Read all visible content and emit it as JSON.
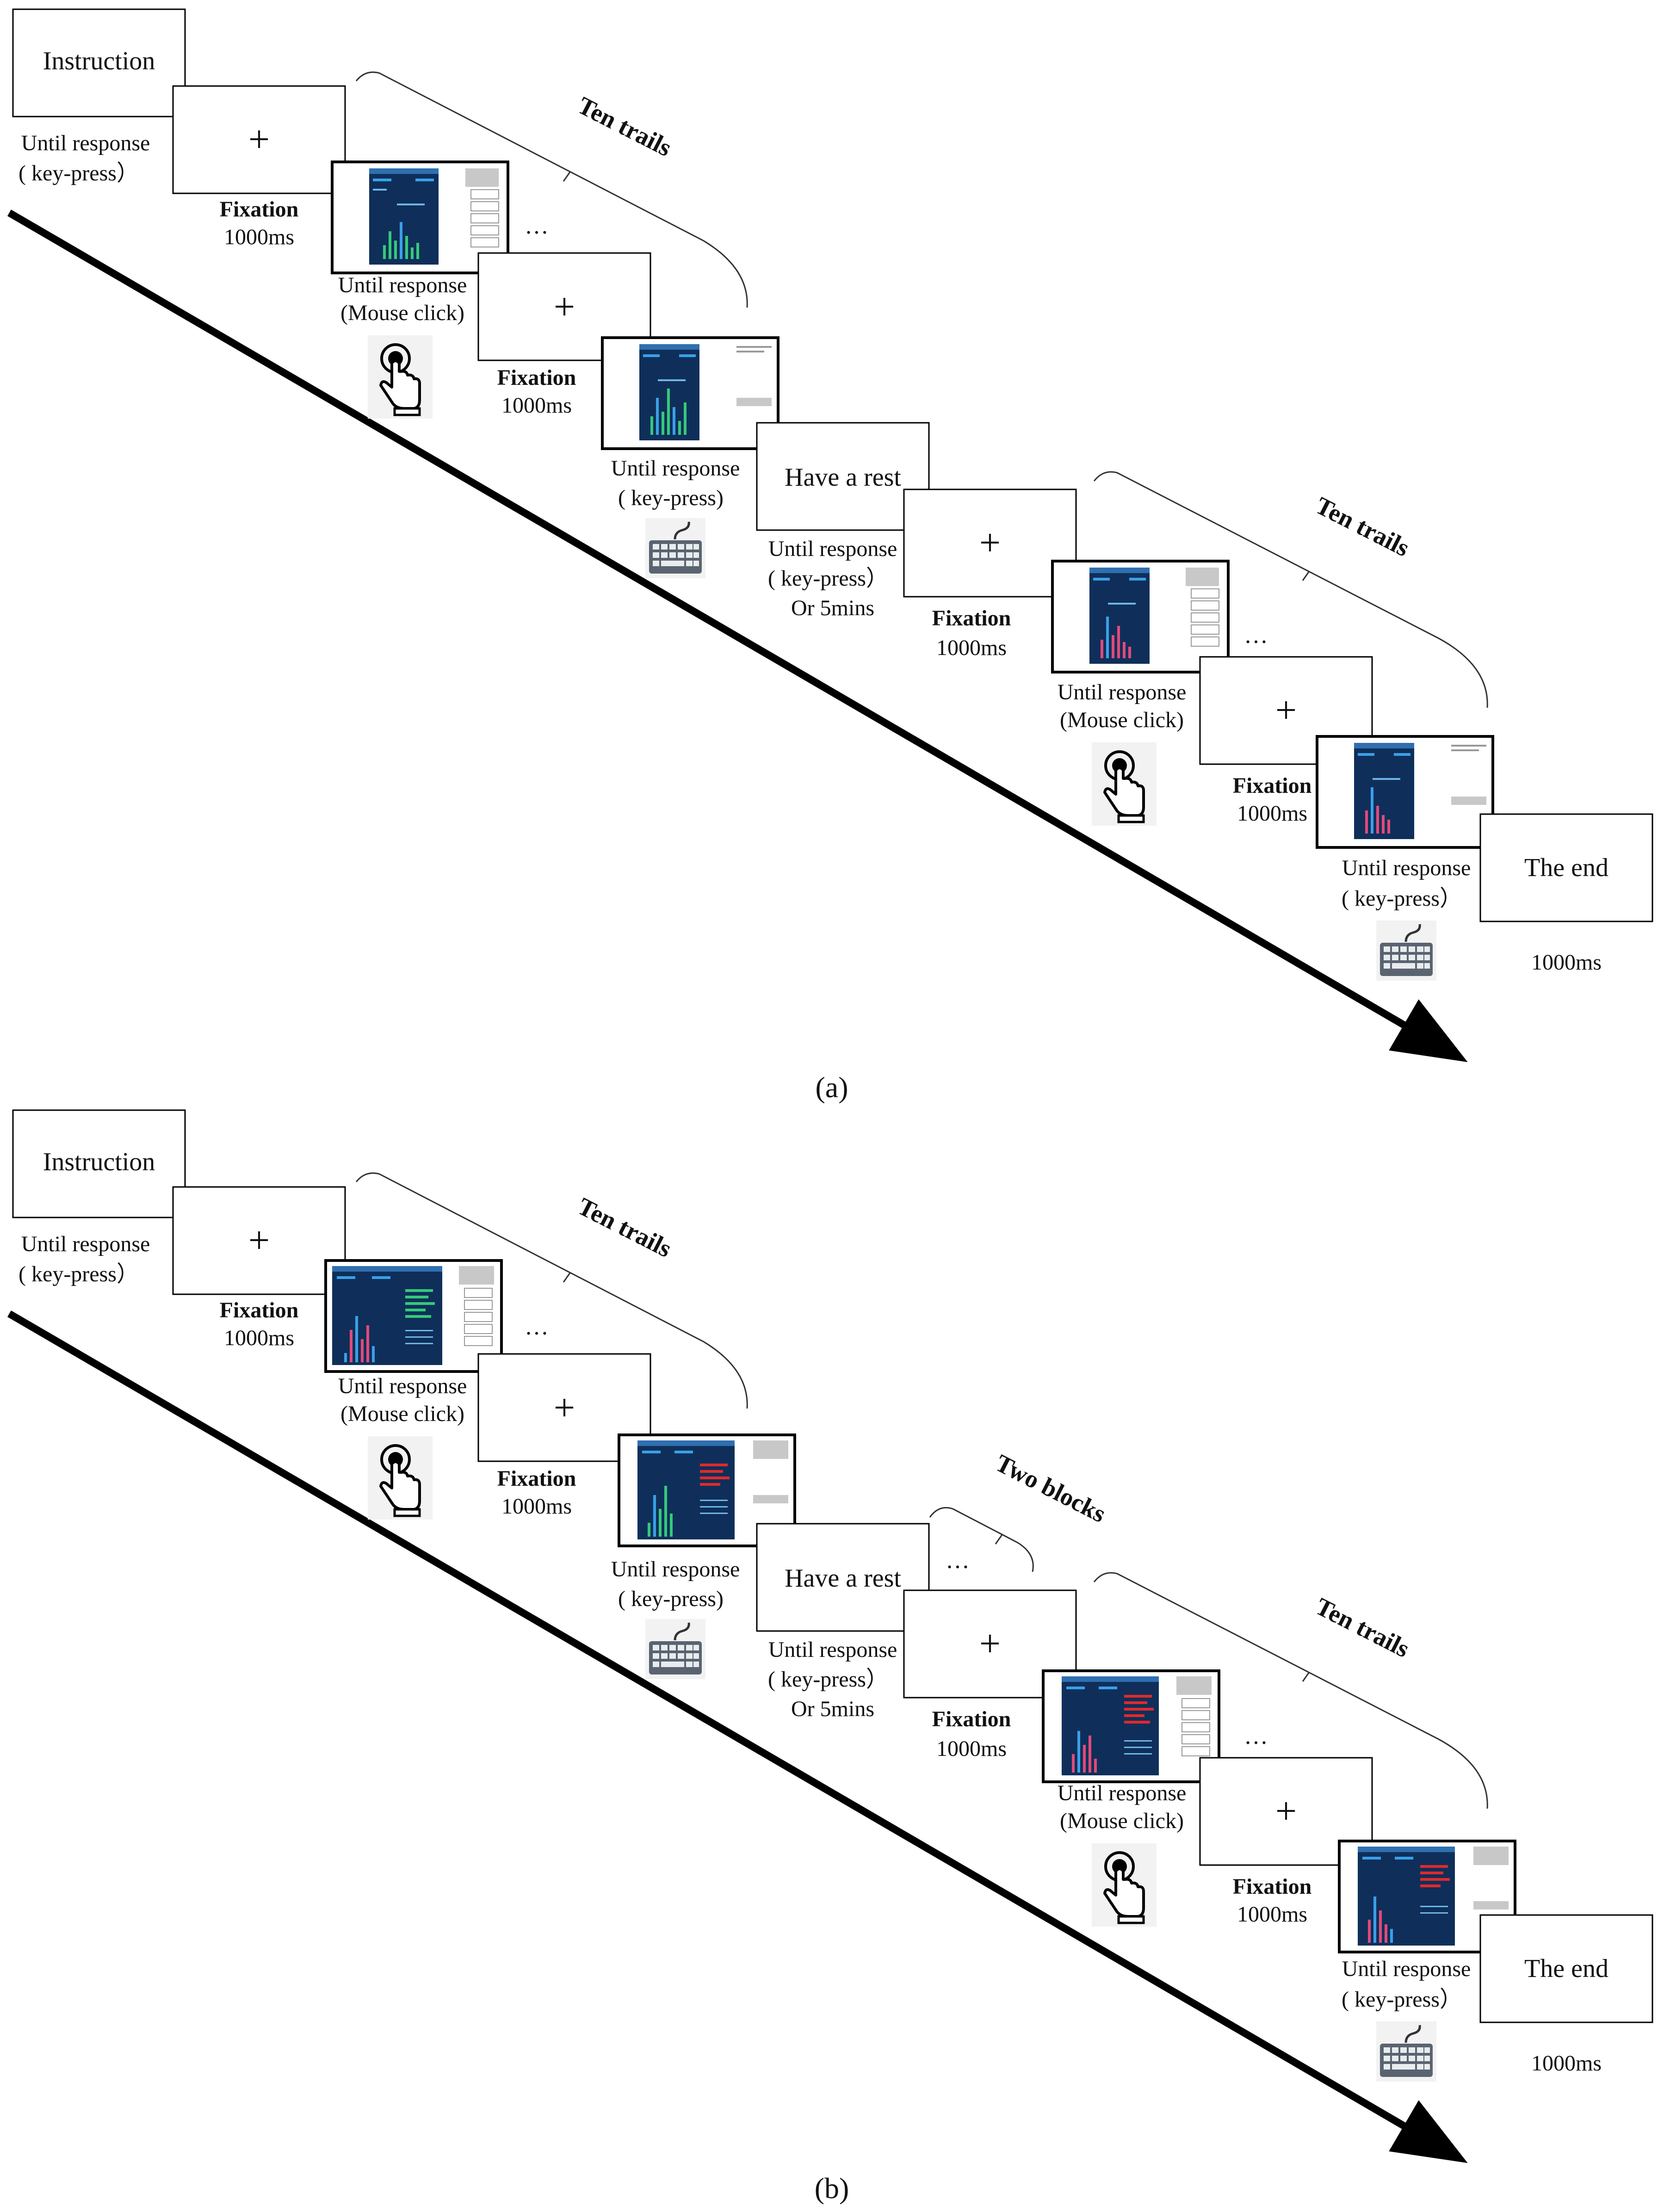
{
  "colors": {
    "screen_bg": "#0f2f5a",
    "screen_header": "#2f6fb0",
    "bar_green": "#35c97a",
    "bar_blue": "#3aa0e8",
    "bar_pink": "#e04a7a",
    "bar_red": "#e02a2a",
    "arrow": "#000000"
  },
  "icons": [
    "hand-click-icon",
    "keyboard-icon"
  ],
  "labels": {
    "instruction": "Instruction",
    "fixation": "Fixation",
    "ms_1000": "1000ms",
    "until_response": "Until response",
    "key_press": "( key-press)",
    "key_press_close": "( key-press）",
    "mouse_click": "(Mouse click)",
    "have_a_rest": "Have a rest",
    "or_5mins": "Or 5mins",
    "the_end": "The end",
    "plus": "+",
    "ellipsis": "…",
    "ten_trails": "Ten trails",
    "two_blocks": "Two blocks"
  },
  "panels": [
    {
      "caption": "(a)"
    },
    {
      "caption": "(b)"
    }
  ]
}
